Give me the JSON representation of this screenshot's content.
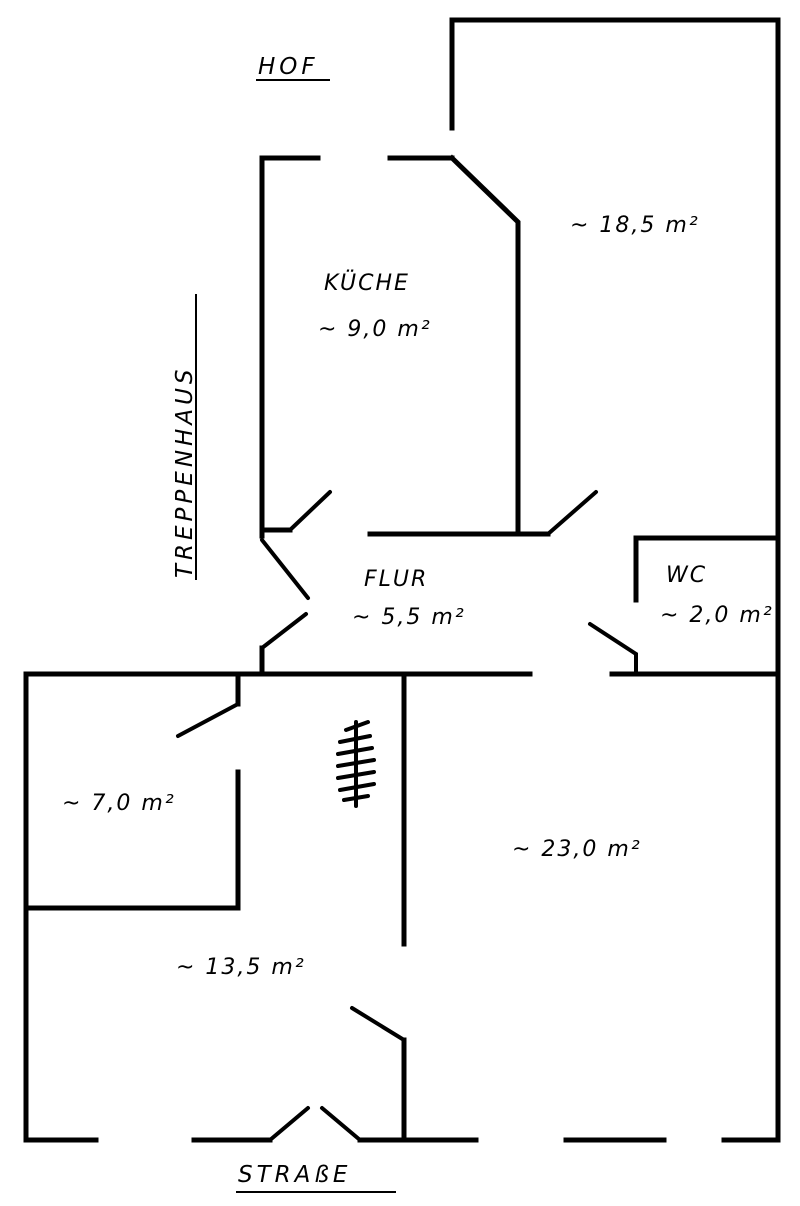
{
  "labels": {
    "hof": "HOF",
    "strasse": "STRAßE",
    "treppenhaus": "TREPPENHAUS"
  },
  "rooms": {
    "kueche": {
      "name": "KÜCHE",
      "area": "~ 9,0 m²"
    },
    "room_18_5": {
      "area": "~ 18,5 m²"
    },
    "flur": {
      "name": "FLUR",
      "area": "~ 5,5 m²"
    },
    "wc": {
      "name": "WC",
      "area": "~ 2,0 m²"
    },
    "room_7_0": {
      "area": "~ 7,0 m²"
    },
    "room_23_0": {
      "area": "~ 23,0 m²"
    },
    "room_13_5": {
      "area": "~ 13,5 m²"
    }
  },
  "colors": {
    "ink": "#000000",
    "paper": "#ffffff"
  }
}
